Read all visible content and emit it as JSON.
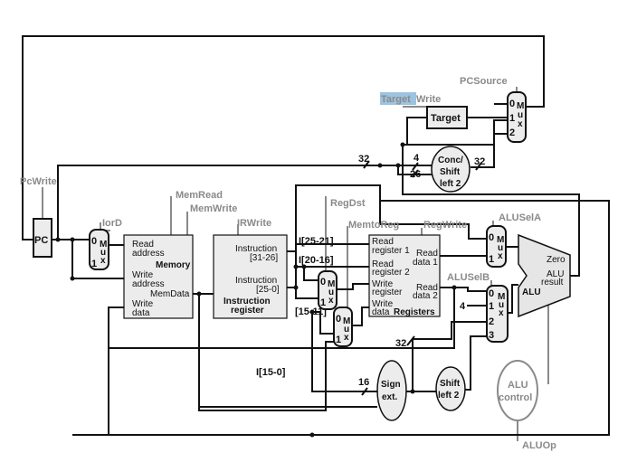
{
  "colors": {
    "wire": "#111111",
    "control": "#8a8a8a",
    "block_fill": "#ececec",
    "highlight": "#9cc3e0"
  },
  "control_signals": {
    "pcwrite": "PcWrite",
    "iord": "IorD",
    "memread": "MemRead",
    "memwrite": "MemWrite",
    "irwrite": "IRWrite",
    "regdst": "RegDst",
    "memtoreg": "MemtoReg",
    "regwrite": "RegWrite",
    "alusela": "ALUSelA",
    "aluselb": "ALUSelB",
    "pcsource": "PCSource",
    "targetwrite_a": "Target",
    "targetwrite_b": "Write",
    "aluop": "ALUOp"
  },
  "pc": {
    "label": "PC"
  },
  "mux": {
    "m": "M",
    "u": "u",
    "x": "x",
    "zero": "0",
    "one": "1",
    "two": "2",
    "three": "3"
  },
  "memory": {
    "read_address_1": "Read",
    "read_address_2": "address",
    "title": "Memory",
    "write_address_1": "Write",
    "write_address_2": "address",
    "memdata": "MemData",
    "write_data_1": "Write",
    "write_data_2": "data"
  },
  "ir": {
    "instr_a_1": "Instruction",
    "instr_a_2": "[31-26]",
    "instr_b_1": "Instruction",
    "instr_b_2": "[25-0]",
    "title_1": "Instruction",
    "title_2": "register"
  },
  "fields": {
    "f1": "I[25-21]",
    "f2": "I[20-16]",
    "f3": "[15-11]",
    "f4": "I[15-0]"
  },
  "registers": {
    "rr1_1": "Read",
    "rr1_2": "register 1",
    "rr2_1": "Read",
    "rr2_2": "register 2",
    "wr_1": "Write",
    "wr_2": "register",
    "wd_1": "Write",
    "wd_2": "data",
    "title": "Registers",
    "rd1_1": "Read",
    "rd1_2": "data 1",
    "rd2_1": "Read",
    "rd2_2": "data 2"
  },
  "alu": {
    "zero": "Zero",
    "result_1": "ALU",
    "result_2": "result",
    "title": "ALU"
  },
  "const_four": "4",
  "buses": {
    "b32_top": "32",
    "b4": "4",
    "b26": "26",
    "b32_conc": "32",
    "b32_ext": "32",
    "b16": "16"
  },
  "conc": {
    "l1": "Conc/",
    "l2": "Shift",
    "l3": "left 2"
  },
  "target": {
    "label": "Target"
  },
  "sign": {
    "l1": "Sign",
    "l2": "ext."
  },
  "shift": {
    "l1": "Shift",
    "l2": "left 2"
  },
  "alu_control": {
    "l1": "ALU",
    "l2": "control"
  }
}
